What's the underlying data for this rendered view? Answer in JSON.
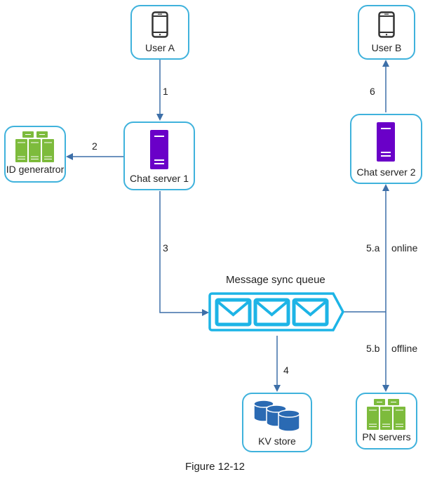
{
  "figure": {
    "caption": "Figure 12-12"
  },
  "nodes": {
    "user_a": {
      "label": "User A",
      "icon": "smartphone-icon"
    },
    "user_b": {
      "label": "User B",
      "icon": "smartphone-icon"
    },
    "chat_server_1": {
      "label": "Chat server 1",
      "icon": "server-icon"
    },
    "chat_server_2": {
      "label": "Chat server 2",
      "icon": "server-icon"
    },
    "id_generator": {
      "label": "ID generatror",
      "icon": "server-cluster-icon"
    },
    "message_sync_queue": {
      "label": "Message sync queue",
      "icon": "message-queue-icon"
    },
    "kv_store": {
      "label": "KV store",
      "icon": "database-icon"
    },
    "pn_servers": {
      "label": "PN servers",
      "icon": "server-cluster-icon"
    }
  },
  "edges": {
    "e1": {
      "step": "1",
      "from": "User A",
      "to": "Chat server 1"
    },
    "e2": {
      "step": "2",
      "from": "Chat server 1",
      "to": "ID generatror"
    },
    "e3": {
      "step": "3",
      "from": "Chat server 1",
      "to": "Message sync queue"
    },
    "e4": {
      "step": "4",
      "from": "Message sync queue",
      "to": "KV store"
    },
    "e5a": {
      "step": "5.a",
      "condition": "online",
      "from": "Message sync queue",
      "to": "Chat server 2"
    },
    "e5b": {
      "step": "5.b",
      "condition": "offline",
      "from": "Message sync queue",
      "to": "PN servers"
    },
    "e6": {
      "step": "6",
      "from": "Chat server 2",
      "to": "User B"
    }
  },
  "colors": {
    "node_border": "#3fb2dc",
    "edge": "#3d6fa8",
    "server": "#6a00c8",
    "cluster": "#7dbb3c",
    "database": "#2a6ab3",
    "queue": "#1db4e6"
  }
}
